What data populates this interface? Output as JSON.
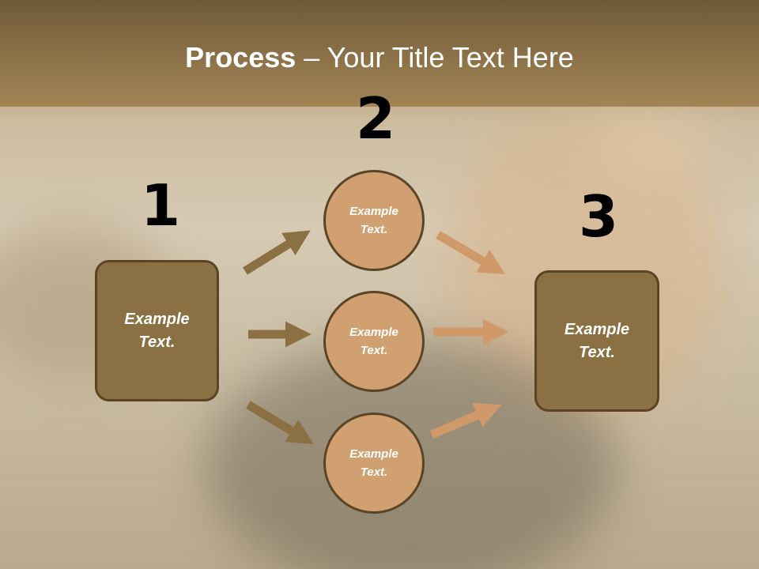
{
  "slide": {
    "title_bold": "Process",
    "title_rest": " – Your Title Text Here"
  },
  "steps": {
    "step1": "1",
    "step2": "2",
    "step3": "3"
  },
  "nodes": {
    "left_box": [
      "Example",
      "Text."
    ],
    "circle_top": [
      "Example",
      "Text."
    ],
    "circle_middle": [
      "Example",
      "Text."
    ],
    "circle_bottom": [
      "Example",
      "Text."
    ],
    "right_box": [
      "Example",
      "Text."
    ]
  },
  "colors": {
    "header": "#8d7249",
    "box_fill": "#8b7044",
    "circle_fill": "#d0a070",
    "arrow_dark": "#8b7044",
    "arrow_light": "#d0996a",
    "outline": "#5a4426"
  }
}
